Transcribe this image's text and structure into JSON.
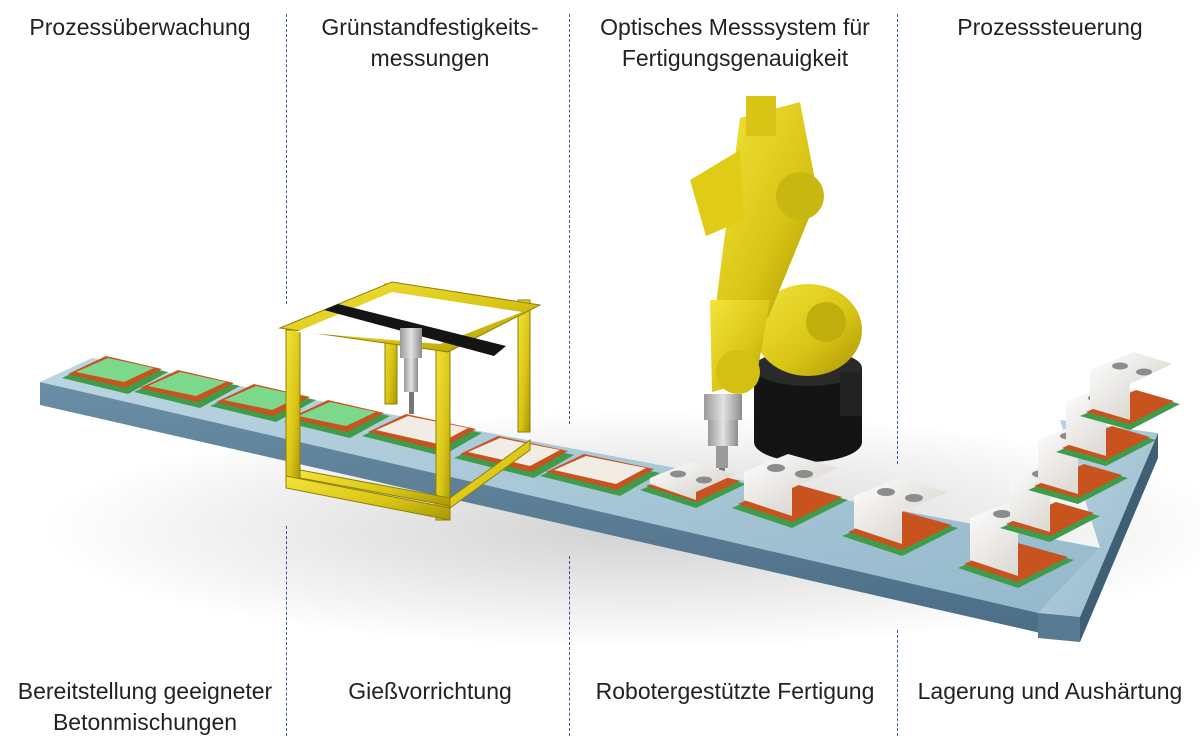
{
  "top_labels": [
    "Prozessüberwachung",
    "Grünstandfestigkeits-\nmessungen",
    "Optisches Messsystem für\nFertigungsgenauigkeit",
    "Prozesssteuerung"
  ],
  "bottom_labels": [
    "Bereitstellung geeigneter\nBetonmischungen",
    "Gießvorrichtung",
    "Robotergestützte Fertigung",
    "Lagerung und Aushärtung"
  ],
  "colors": {
    "conveyor_top": "#a9c8d8",
    "conveyor_side": "#5b7f97",
    "pallet_green": "#3f9c4b",
    "mold_orange": "#c8531f",
    "fresh_concrete": "#7cd98c",
    "cured_surface": "#f1ece4",
    "robot_yellow": "#e6d21c",
    "robot_base": "#141414",
    "divider_blue": "#3a5a9a"
  }
}
